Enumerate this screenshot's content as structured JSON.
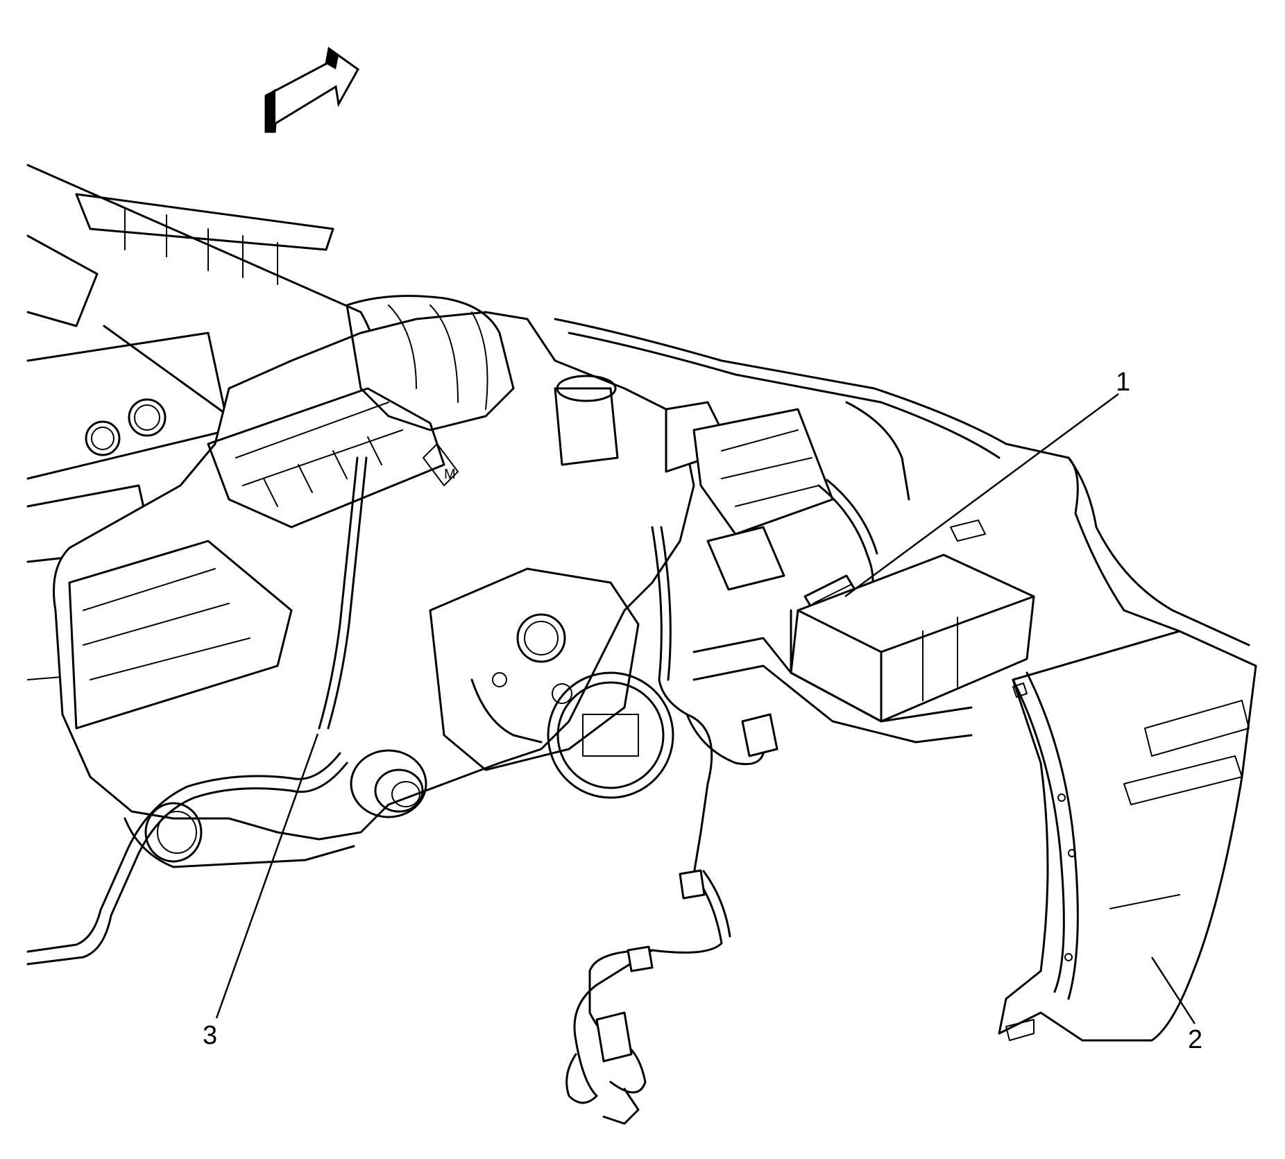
{
  "diagram": {
    "callouts": [
      {
        "id": "1",
        "label": "1"
      },
      {
        "id": "2",
        "label": "2"
      },
      {
        "id": "3",
        "label": "3"
      }
    ],
    "orientation_icon": "forward-arrow-icon"
  }
}
